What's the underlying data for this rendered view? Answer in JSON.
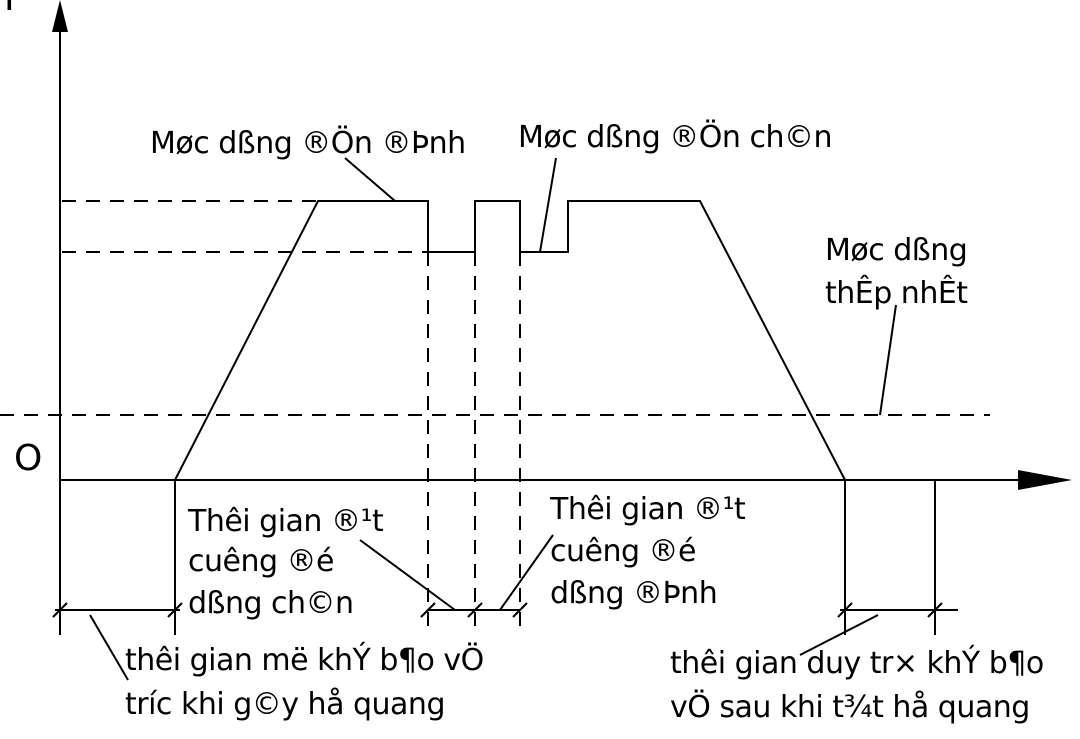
{
  "axes": {
    "y_label": "I",
    "origin_label": "O"
  },
  "labels": {
    "weld_current": "Møc dßng ®Ön ®Þnh",
    "pulse_current": "Møc dßng ®Ön ch©n",
    "min_current_line1": "Møc dßng",
    "min_current_line2": "thÊp nhÊt",
    "left_time_line1": "Thêi gian ®¹t",
    "left_time_line2": "cuêng ®é",
    "left_time_line3": "dßng ch©n",
    "right_time_line1": "Thêi gian ®¹t",
    "right_time_line2": "cuêng ®é",
    "right_time_line3": "dßng ®Þnh",
    "pre_gas_line1": "thêi gian më khÝ b¶o vÖ",
    "pre_gas_line2": "tr­íc khi g©y hå quang",
    "post_gas_line1": "thêi gian duy tr× khÝ b¶o",
    "post_gas_line2": "vÖ sau khi t¾t hå quang"
  }
}
